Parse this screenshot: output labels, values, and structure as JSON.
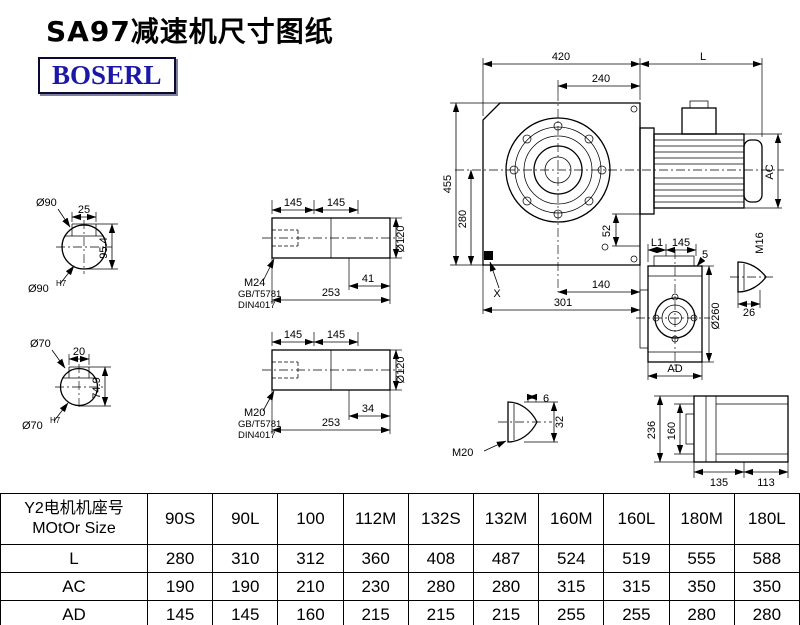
{
  "title": "SA97减速机尺寸图纸",
  "logo": "BOSERL",
  "views": {
    "flange90": {
      "label": "Ø90",
      "key_width": "25",
      "key_height": "95.4",
      "fit": "Ø90",
      "fit_tol": "H7"
    },
    "flange70": {
      "label": "Ø70",
      "key_width": "20",
      "key_height": "74.9",
      "fit": "Ø70",
      "fit_tol": "H7"
    },
    "shaft_top": {
      "len1": "145",
      "len2": "145",
      "dia": "Ø120",
      "thread": "M24",
      "std1": "GB/T5781",
      "std2": "DIN4017",
      "depth": "41",
      "total": "253"
    },
    "shaft_bottom": {
      "len1": "145",
      "len2": "145",
      "dia": "Ø120",
      "thread": "M20",
      "std1": "GB/T5781",
      "std2": "DIN4017",
      "depth": "34",
      "total": "253"
    },
    "main": {
      "width": "420",
      "motor_len": "L",
      "half_width": "240",
      "height": "455",
      "lower_height": "280",
      "motor_dia": "AC",
      "step": "52",
      "foot1": "140",
      "foot2": "301",
      "marker": "X"
    },
    "side": {
      "l1": "L1",
      "d145": "145",
      "d5": "5",
      "thread": "M16",
      "dia": "Ø260",
      "d26": "26",
      "ad": "AD"
    },
    "rear": {
      "h1": "236",
      "h2": "160",
      "w1": "135",
      "w2": "113"
    },
    "key_detail": {
      "thread": "M20",
      "d6": "6",
      "d32": "32"
    }
  },
  "table": {
    "header_cn": "Y2电机机座号",
    "header_en": "MOtOr Size",
    "columns": [
      "90S",
      "90L",
      "100",
      "112M",
      "132S",
      "132M",
      "160M",
      "160L",
      "180M",
      "180L"
    ],
    "rows": [
      {
        "label": "L",
        "values": [
          "280",
          "310",
          "312",
          "360",
          "408",
          "487",
          "524",
          "519",
          "555",
          "588"
        ]
      },
      {
        "label": "AC",
        "values": [
          "190",
          "190",
          "210",
          "230",
          "280",
          "280",
          "315",
          "315",
          "350",
          "350"
        ]
      },
      {
        "label": "AD",
        "values": [
          "145",
          "145",
          "160",
          "215",
          "215",
          "215",
          "255",
          "255",
          "280",
          "280"
        ]
      }
    ]
  }
}
